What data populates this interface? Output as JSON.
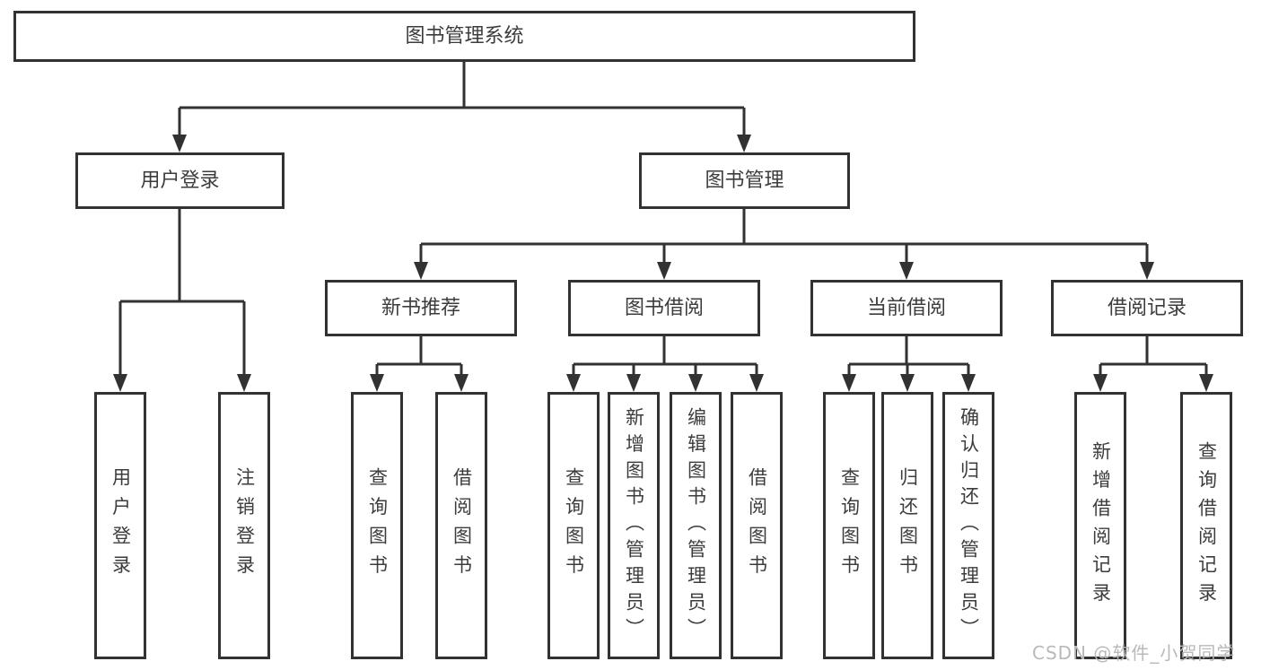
{
  "diagram_title": "图书管理系统",
  "tree": {
    "label": "图书管理系统",
    "children": [
      {
        "label": "用户登录",
        "children": [
          {
            "label": "用户登录"
          },
          {
            "label": "注销登录"
          }
        ]
      },
      {
        "label": "图书管理",
        "children": [
          {
            "label": "新书推荐",
            "children": [
              {
                "label": "查询图书"
              },
              {
                "label": "借阅图书"
              }
            ]
          },
          {
            "label": "图书借阅",
            "children": [
              {
                "label": "查询图书"
              },
              {
                "label": "新增图书（管理员）"
              },
              {
                "label": "编辑图书（管理员）"
              },
              {
                "label": "借阅图书"
              }
            ]
          },
          {
            "label": "当前借阅",
            "children": [
              {
                "label": "查询图书"
              },
              {
                "label": "归还图书"
              },
              {
                "label": "确认归还（管理员）"
              }
            ]
          },
          {
            "label": "借阅记录",
            "children": [
              {
                "label": "新增借阅记录"
              },
              {
                "label": "查询借阅记录"
              }
            ]
          }
        ]
      }
    ]
  },
  "watermark": {
    "text": "CSDN @软件_小贺同学"
  },
  "colors": {
    "line": "#323232",
    "box_border": "#323232",
    "text": "#3c3c3c",
    "watermark": "#b9b9b9",
    "background": "#ffffff"
  }
}
